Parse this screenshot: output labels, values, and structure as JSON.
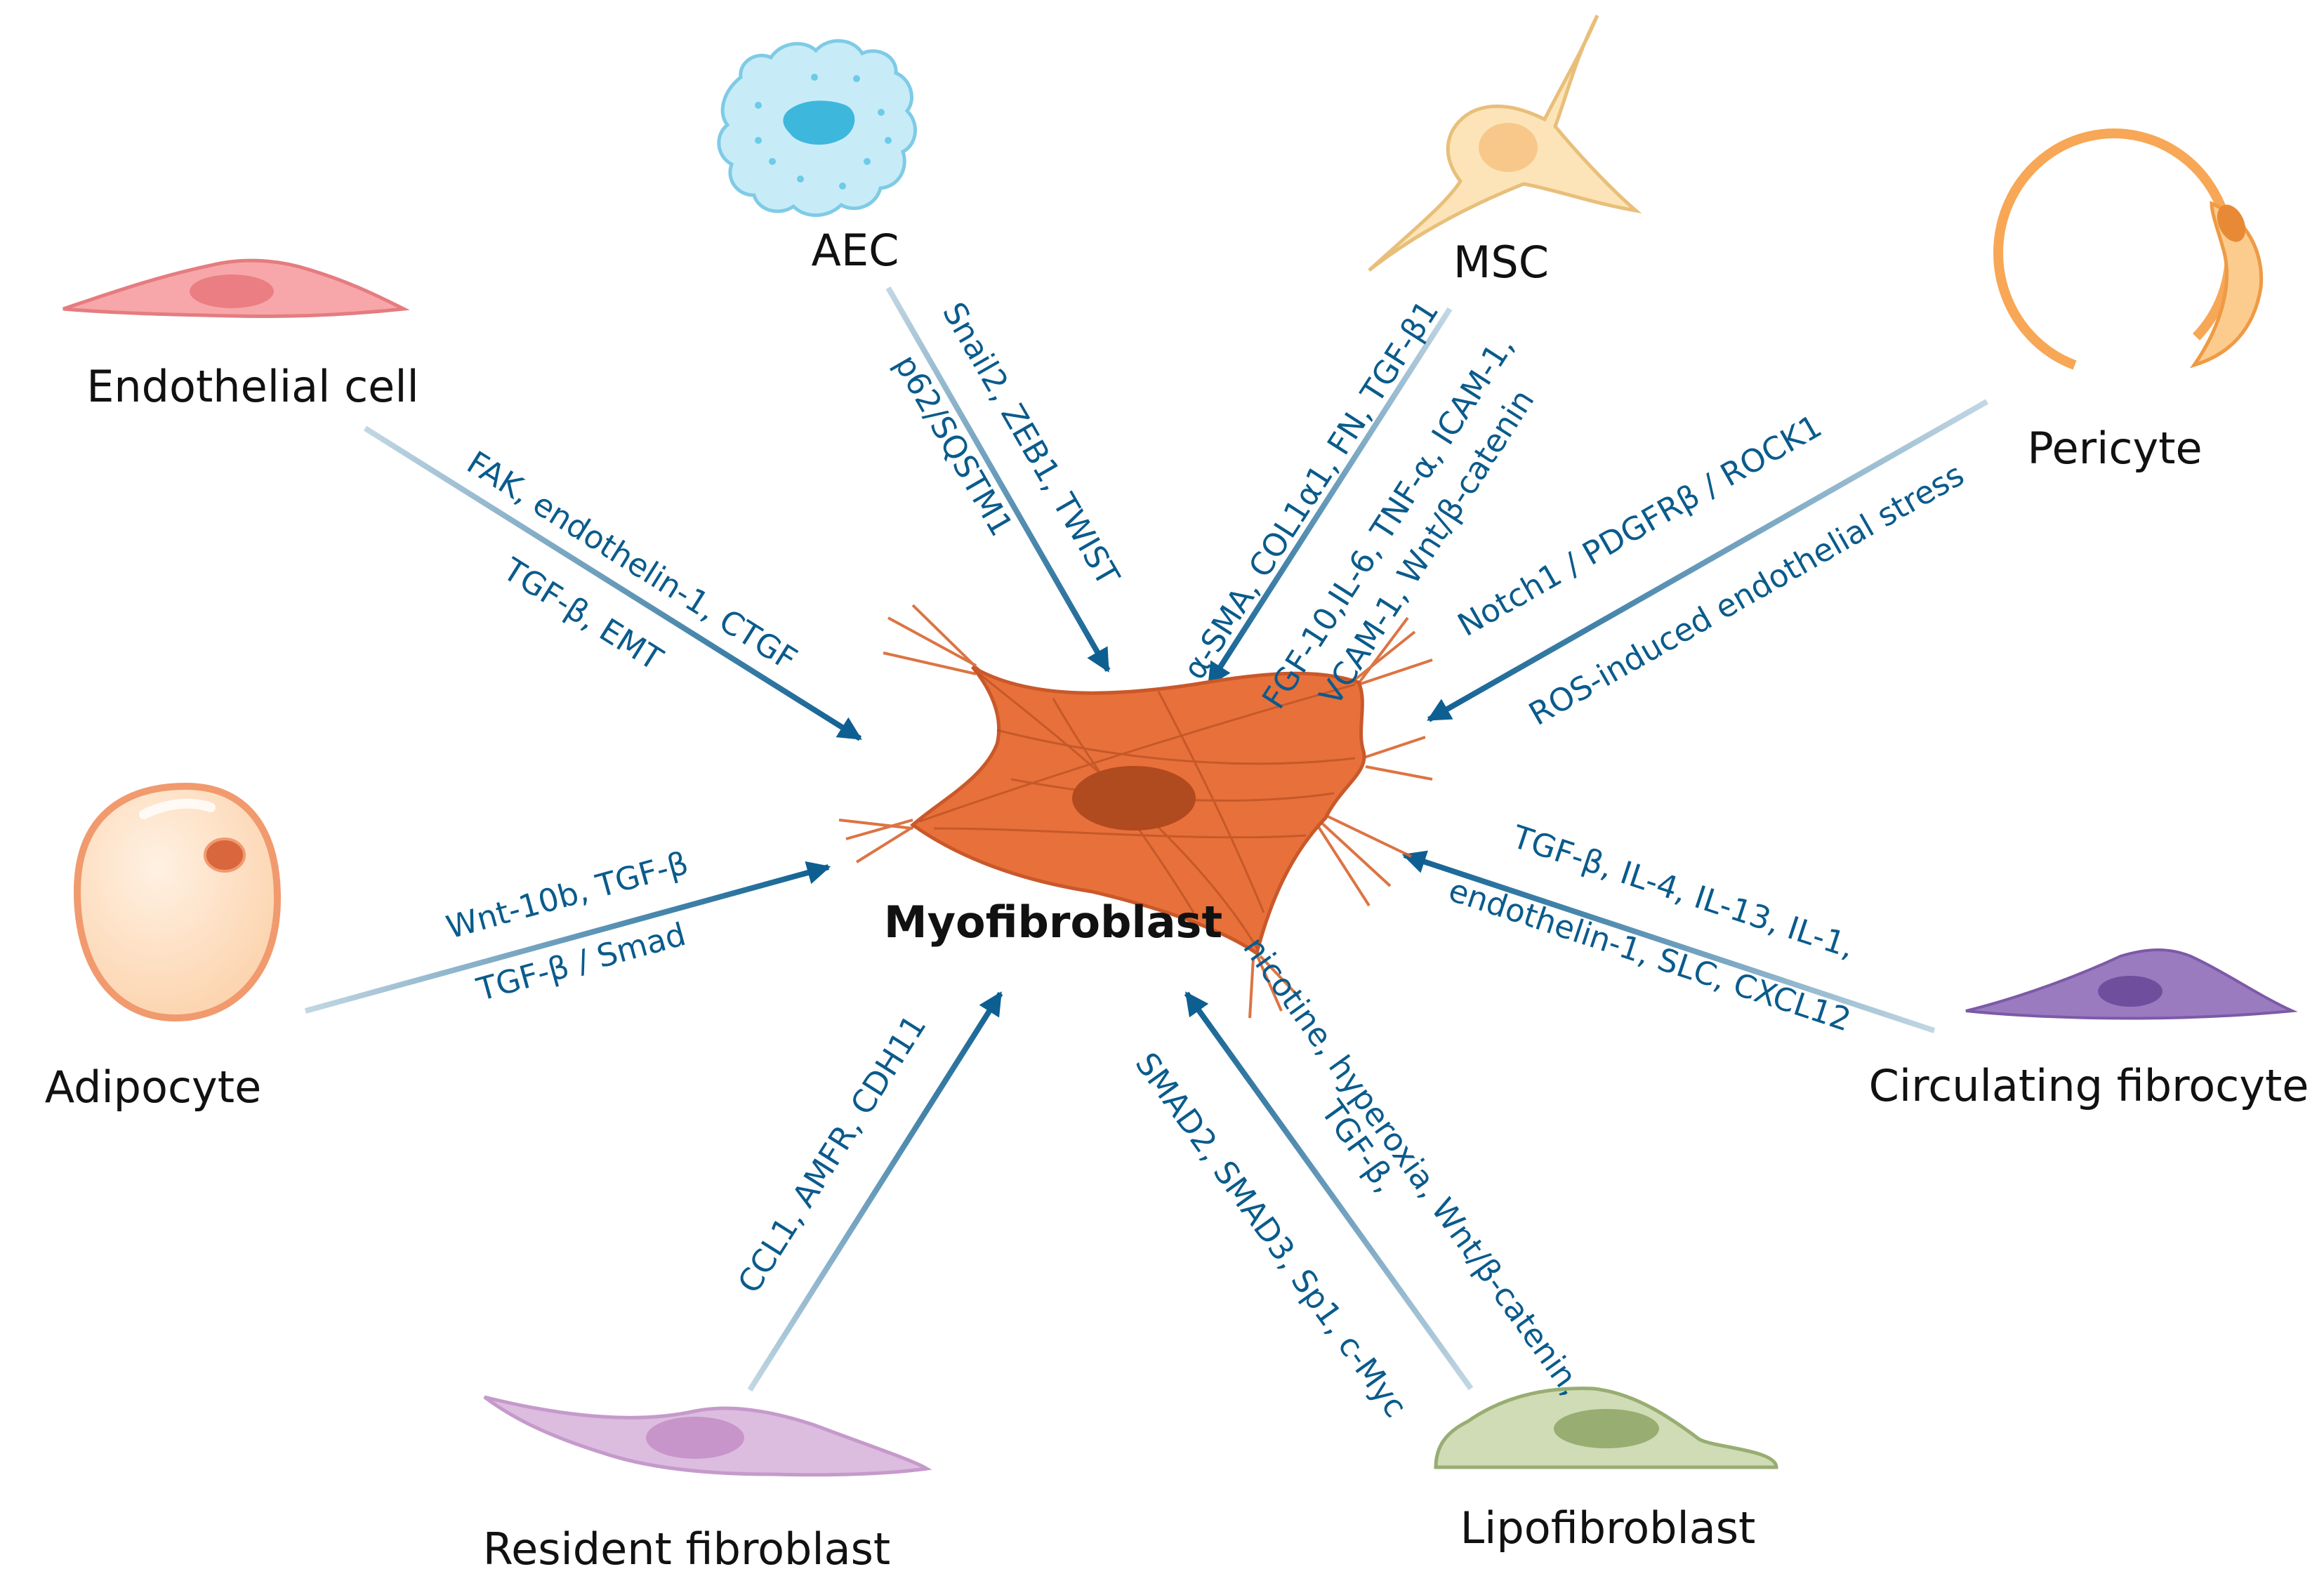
{
  "center": {
    "label": "Myofibroblast"
  },
  "colors": {
    "arrow": "#0d5f91",
    "signal_text": "#0a5b8c",
    "myofibroblast": "#e8703a",
    "endothelial": "#f28e91",
    "aec": "#bde9f7",
    "msc": "#fbe2b5",
    "pericyte": "#f7a755",
    "adipocyte": "#fcd6b4",
    "fibrocyte": "#8f6fb2",
    "resident_fibroblast": "#d6b2da",
    "lipofibroblast": "#b9c99a"
  },
  "sources": {
    "endothelial": {
      "label": "Endothelial cell",
      "signals": [
        "FAK, endothelin-1, CTGF",
        "TGF-β, EMT"
      ]
    },
    "aec": {
      "label": "AEC",
      "signals": [
        "Snail2, ZEB1, TWIST",
        "p62/SQSTM1"
      ]
    },
    "msc": {
      "label": "MSC",
      "signals": [
        "α-SMA, COL1α1, FN, TGF-β1",
        "FGF-10,IL-6, TNF-α, ICAM-1,",
        "VCAM-1, Wnt/β-catenin"
      ]
    },
    "pericyte": {
      "label": "Pericyte",
      "signals": [
        "Notch1 / PDGFRβ / ROCK1",
        "ROS-induced endothelial stress"
      ]
    },
    "adipocyte": {
      "label": "Adipocyte",
      "signals": [
        "Wnt-10b, TGF-β",
        "TGF-β / Smad"
      ]
    },
    "fibrocyte": {
      "label": "Circulating fibrocyte",
      "signals": [
        "TGF-β, IL-4, IL-13, IL-1,",
        "endothelin-1, SLC, CXCL12"
      ]
    },
    "resident": {
      "label": "Resident fibroblast",
      "signals": [
        "CCL1, AMFR, CDH11"
      ]
    },
    "lipo": {
      "label": "Lipofibroblast",
      "signals": [
        "nicotine, hyperoxia, Wnt/β-catenin,",
        "TGF-β,",
        "SMAD2, SMAD3, Sp1, c-Myc"
      ]
    }
  }
}
